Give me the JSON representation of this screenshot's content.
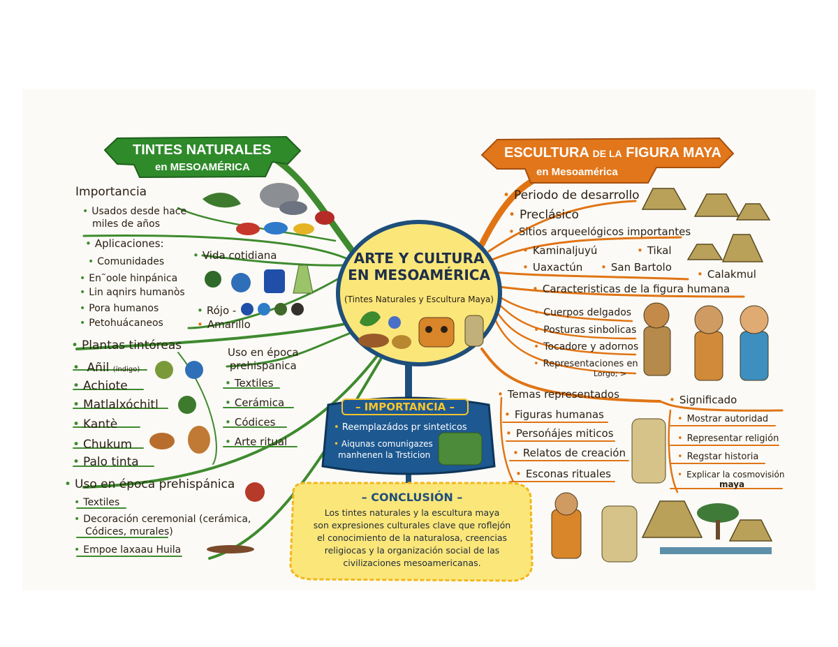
{
  "center": {
    "title_line1": "ARTE Y CULTURA",
    "title_line2": "EN MESOAMÉRICA",
    "subtitle": "(Tintes Naturales y Escultura Maya)"
  },
  "left_banner": {
    "title": "TINTES NATURALES",
    "subtitle": "en MESOAMÉRICA",
    "color": "#2f8a2a"
  },
  "right_banner": {
    "title_part1": "ESCULTURA",
    "title_part2": "DE LA",
    "title_part3": "FIGURA MAYA",
    "subtitle": "en Mesoamérica",
    "color": "#e2761a"
  },
  "left": {
    "importancia": {
      "heading": "Importancia",
      "item_line1": "Usados desde hace",
      "item_line2": "miles de años"
    },
    "aplicaciones": {
      "heading": "Aplicaciones:",
      "items": [
        "Comunidades",
        "En˜oole hinpánica",
        "Lin aqnirs humanòs",
        "Pora humanos",
        "Petohuácaneos"
      ]
    },
    "vida": {
      "heading": "Vida cotidiana",
      "colors_label": "Rójo -",
      "amarillo": "Amarillo",
      "swatches": [
        "#1f4fa8",
        "#2d7dc7",
        "#3f6a2a",
        "#34302c"
      ]
    },
    "plantas": {
      "heading": "Plantas tintóreas",
      "anil": "Añil",
      "anil_note": "(índigo)",
      "items": [
        "Achiote",
        "Matlalxóchitl",
        "Kantè",
        "Chukum",
        "Palo tinta"
      ]
    },
    "uso_epoca": {
      "heading_line1": "Uso en época",
      "heading_line2": "prehispanica",
      "items": [
        "Textiles",
        "Cerámica",
        "Códices",
        "Arte ritual"
      ]
    },
    "uso_bottom": {
      "heading": "Uso en época prehispánica",
      "textiles": "Textiles",
      "deco_line1": "Decoración ceremonial (cerámica,",
      "deco_line2": "Códices, murales)",
      "empoe": "Empoe laxaau Huila"
    }
  },
  "importancia_box": {
    "title": "IMPORTANCIA",
    "item1": "Reemplazádos pr sinteticos",
    "item2_line1": "Aiqunas comunigazes",
    "item2_line2": "manhenen la Trsticion"
  },
  "conclusion": {
    "title": "CONCLUSIÓN",
    "lines": [
      "Los tintes naturales y la escultura maya",
      "son expresiones culturales clave que roflejón",
      "el conocimiento de la naturalosa, creencias",
      "religiocas y la organización social de las",
      "civilizaciones mesoamericanas."
    ]
  },
  "right": {
    "periodo": "Periodo de desarrollo",
    "preclasico": "Preclásico",
    "sitios": "Sitios arqueelógicos importantes",
    "sites": {
      "kaminaljuyu": "Kaminaljuyú",
      "tikal": "Tikal",
      "uaxactun": "Uaxactún",
      "san_bartolo": "San Bartolo",
      "calakmul": "Calakmul"
    },
    "caracteristicas": "Caracteristicas de la figura humana",
    "features": [
      "Cuerpos delgados",
      "Posturas sinbolicas",
      "Tocadore y adornos",
      "Representaciones en"
    ],
    "features_tail": "Lorgo; >",
    "temas": "Temas representados",
    "themes": [
      "Figuras humanas",
      "Persońájes miticos",
      "Relatos de creación",
      "Esconas rituales"
    ],
    "significado": "Significado",
    "meanings": [
      "Mostrar autoridad",
      "Representar religión",
      "Regstar historia",
      "Explicar la cosmovisión"
    ],
    "meaning_tail": "maya"
  }
}
